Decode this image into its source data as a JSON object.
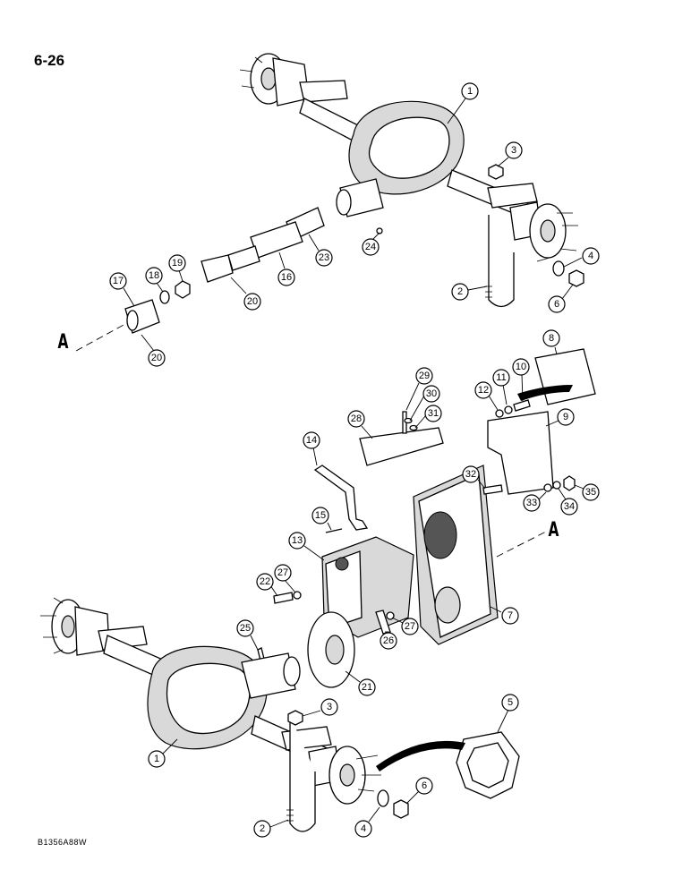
{
  "page_number": "6-26",
  "figure_code": "B1356A88W",
  "view_reference_letter": "A",
  "callouts": {
    "c1a": "1",
    "c3a": "3",
    "c24": "24",
    "c23": "23",
    "c16": "16",
    "c4a": "4",
    "c6a": "6",
    "c2a": "2",
    "c20a": "20",
    "c19": "19",
    "c18": "18",
    "c17": "17",
    "c20b": "20",
    "c8": "8",
    "c10": "10",
    "c11": "11",
    "c12": "12",
    "c9": "9",
    "c29": "29",
    "c30": "30",
    "c31": "31",
    "c28": "28",
    "c14": "14",
    "c15": "15",
    "c32": "32",
    "c33": "33",
    "c34": "34",
    "c35": "35",
    "c13": "13",
    "c22": "22",
    "c27a": "27",
    "c27b": "27",
    "c26": "26",
    "c7": "7",
    "c25": "25",
    "c21": "21",
    "c3b": "3",
    "c1b": "1",
    "c5": "5",
    "c6b": "6",
    "c4b": "4",
    "c2b": "2"
  }
}
